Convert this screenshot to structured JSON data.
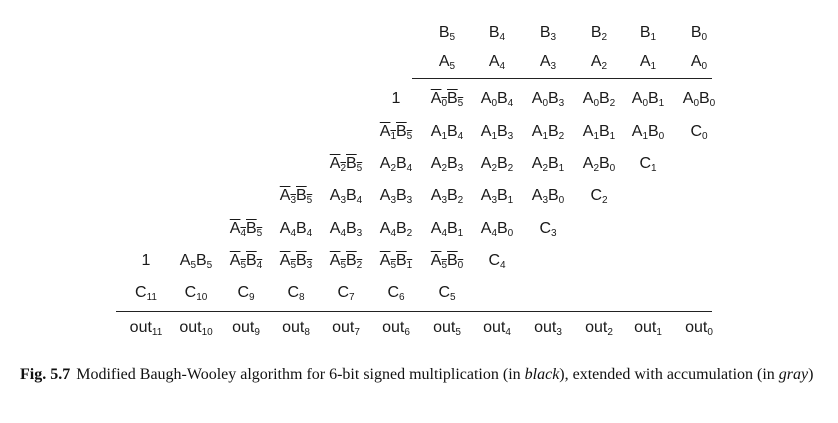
{
  "figure": {
    "rows": [
      [
        "",
        "",
        "",
        "",
        "",
        "",
        "B_5",
        "B_4",
        "B_3",
        "B_2",
        "B_1",
        "B_0"
      ],
      [
        "",
        "",
        "",
        "",
        "",
        "",
        "A_5",
        "A_4",
        "A_3",
        "A_2",
        "A_1",
        "A_0"
      ],
      [
        "",
        "",
        "",
        "",
        "",
        "1",
        "~A_0B_5",
        "A_0B_4",
        "A_0B_3",
        "A_0B_2",
        "A_0B_1",
        "A_0B_0"
      ],
      [
        "",
        "",
        "",
        "",
        "",
        "~A_1B_5",
        "A_1B_4",
        "A_1B_3",
        "A_1B_2",
        "A_1B_1",
        "A_1B_0",
        "C_0"
      ],
      [
        "",
        "",
        "",
        "",
        "~A_2B_5",
        "A_2B_4",
        "A_2B_3",
        "A_2B_2",
        "A_2B_1",
        "A_2B_0",
        "C_1",
        ""
      ],
      [
        "",
        "",
        "",
        "~A_3B_5",
        "A_3B_4",
        "A_3B_3",
        "A_3B_2",
        "A_3B_1",
        "A_3B_0",
        "C_2",
        "",
        ""
      ],
      [
        "",
        "",
        "~A_4B_5",
        "A_4B_4",
        "A_4B_3",
        "A_4B_2",
        "A_4B_1",
        "A_4B_0",
        "C_3",
        "",
        "",
        ""
      ],
      [
        "1",
        "A_5B_5",
        "~A_5B_4",
        "~A_5B_3",
        "~A_5B_2",
        "~A_5B_1",
        "~A_5B_0",
        "C_4",
        "",
        "",
        "",
        ""
      ],
      [
        "C_11",
        "C_10",
        "C_9",
        "C_8",
        "C_7",
        "C_6",
        "C_5",
        "",
        "",
        "",
        "",
        ""
      ],
      [
        "out_11",
        "out_10",
        "out_9",
        "out_8",
        "out_7",
        "out_6",
        "out_5",
        "out_4",
        "out_3",
        "out_2",
        "out_1",
        "out_0"
      ]
    ]
  },
  "caption": {
    "label": "Fig. 5.7",
    "text_1": "Modified Baugh-Wooley algorithm for 6-bit signed multiplication (in ",
    "em_1": "black",
    "text_2": "), extended with accumulation (in ",
    "em_2": "gray",
    "text_3": ")"
  }
}
